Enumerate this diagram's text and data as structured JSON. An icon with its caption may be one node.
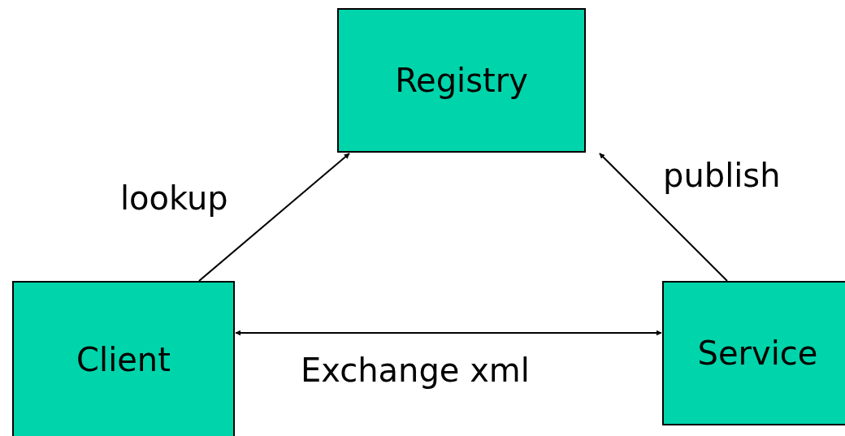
{
  "diagram": {
    "nodes": [
      {
        "text": [
          "Registry"
        ]
      },
      {
        "text": [
          "Client"
        ]
      },
      {
        "text": [
          "Service"
        ]
      }
    ],
    "edges": [
      {
        "from": 1,
        "to": 0,
        "arrow": "to",
        "label": "lookup"
      },
      {
        "from": 2,
        "to": 0,
        "arrow": "to",
        "label": "publish"
      },
      {
        "from": 1,
        "to": 2,
        "arrow": "both",
        "label": "Exchange xml"
      }
    ]
  }
}
